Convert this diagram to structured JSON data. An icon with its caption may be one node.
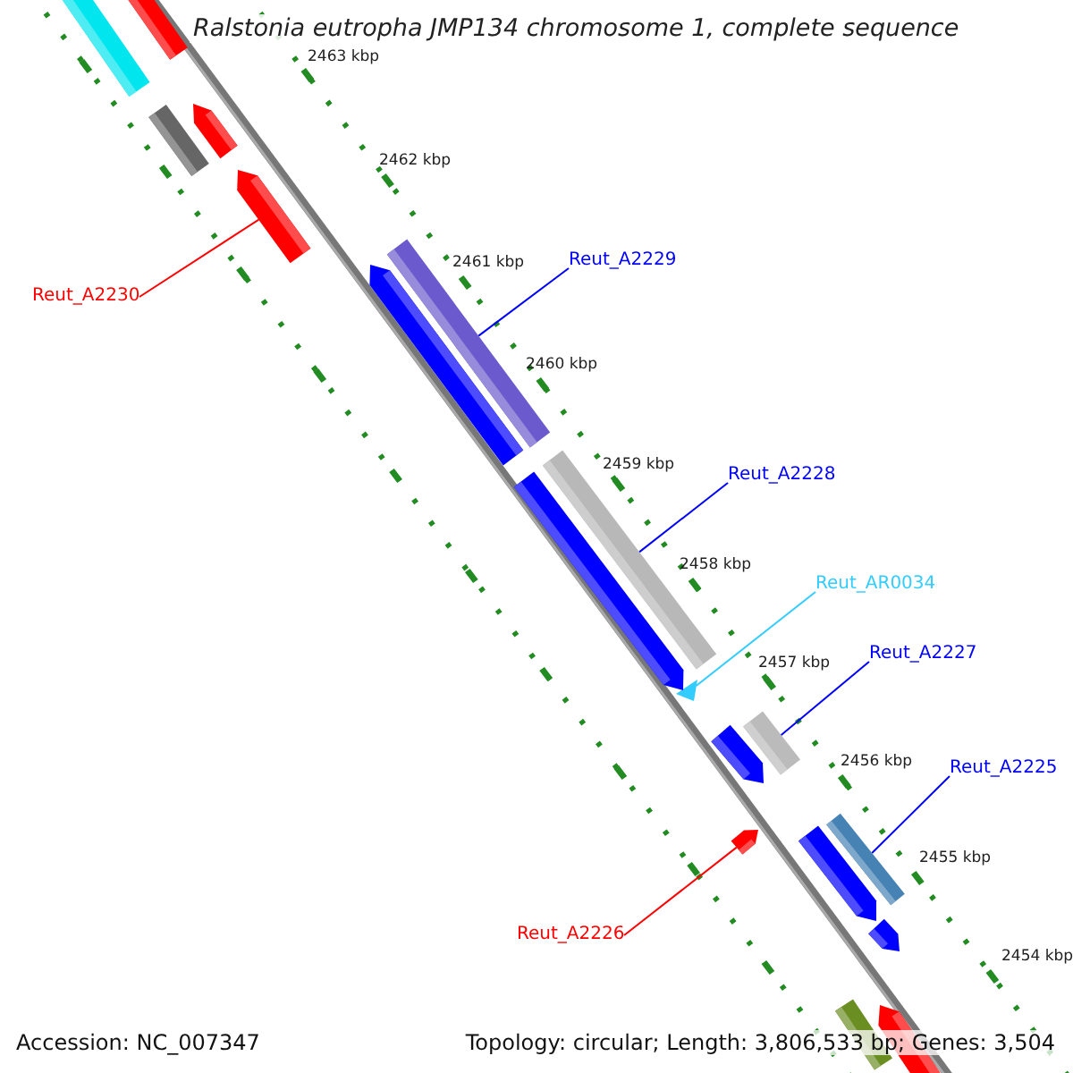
{
  "diagram": {
    "title": "Ralstonia eutropha JMP134 chromosome 1, complete sequence",
    "nodes": [
      {
        "text": [
          "Reut_A2230"
        ]
      },
      {
        "text": [],
        "shape": "bar"
      },
      {
        "text": [
          "Reut_A2229"
        ]
      },
      {
        "text": [],
        "shape": "bar"
      },
      {
        "text": [
          "Reut_A2228"
        ]
      },
      {
        "text": [],
        "shape": "bar"
      },
      {
        "text": [
          "Reut_AR0034"
        ]
      },
      {
        "text": [],
        "shape": "triangle"
      },
      {
        "text": [
          "Reut_A2227"
        ]
      },
      {
        "text": [],
        "shape": "bar"
      },
      {
        "text": [
          "Reut_A2225"
        ]
      },
      {
        "text": [],
        "shape": "bar"
      },
      {
        "text": [
          "Reut_A2226"
        ]
      },
      {
        "text": [],
        "shape": "bar"
      },
      {
        "text": [],
        "shape": "bar"
      },
      {
        "text": [],
        "shape": "bar"
      },
      {
        "text": [],
        "shape": "bar"
      },
      {
        "text": [],
        "shape": "bar"
      },
      {
        "text": [],
        "shape": "bar"
      },
      {
        "text": [],
        "shape": "bar"
      },
      {
        "text": [],
        "shape": "bar"
      },
      {
        "text": [],
        "shape": "bar"
      },
      {
        "text": [],
        "shape": "bar"
      },
      {
        "text": [],
        "shape": "bar"
      },
      {
        "text": [],
        "shape": "bar"
      }
    ],
    "edges": [
      {
        "from": 0,
        "to": 1,
        "arrow": "none",
        "color": "#ff0000"
      },
      {
        "from": 2,
        "to": 3,
        "arrow": "none",
        "color": "#0000ff"
      },
      {
        "from": 4,
        "to": 5,
        "arrow": "none",
        "color": "#0000ff"
      },
      {
        "from": 6,
        "to": 7,
        "arrow": "none",
        "color": "#33ccff"
      },
      {
        "from": 8,
        "to": 9,
        "arrow": "none",
        "color": "#0000ff"
      },
      {
        "from": 10,
        "to": 11,
        "arrow": "none",
        "color": "#0000ff"
      },
      {
        "from": 12,
        "to": 13,
        "arrow": "none",
        "color": "#ff0000"
      }
    ],
    "labels": [
      "2463 kbp",
      "2462 kbp",
      "2461 kbp",
      "2460 kbp",
      "2459 kbp",
      "2458 kbp",
      "2457 kbp",
      "2456 kbp",
      "2455 kbp",
      "2454 kbp",
      "Accession: NC_007347",
      "Topology: circular; Length: 3,806,533 bp; Genes: 3,504"
    ]
  }
}
